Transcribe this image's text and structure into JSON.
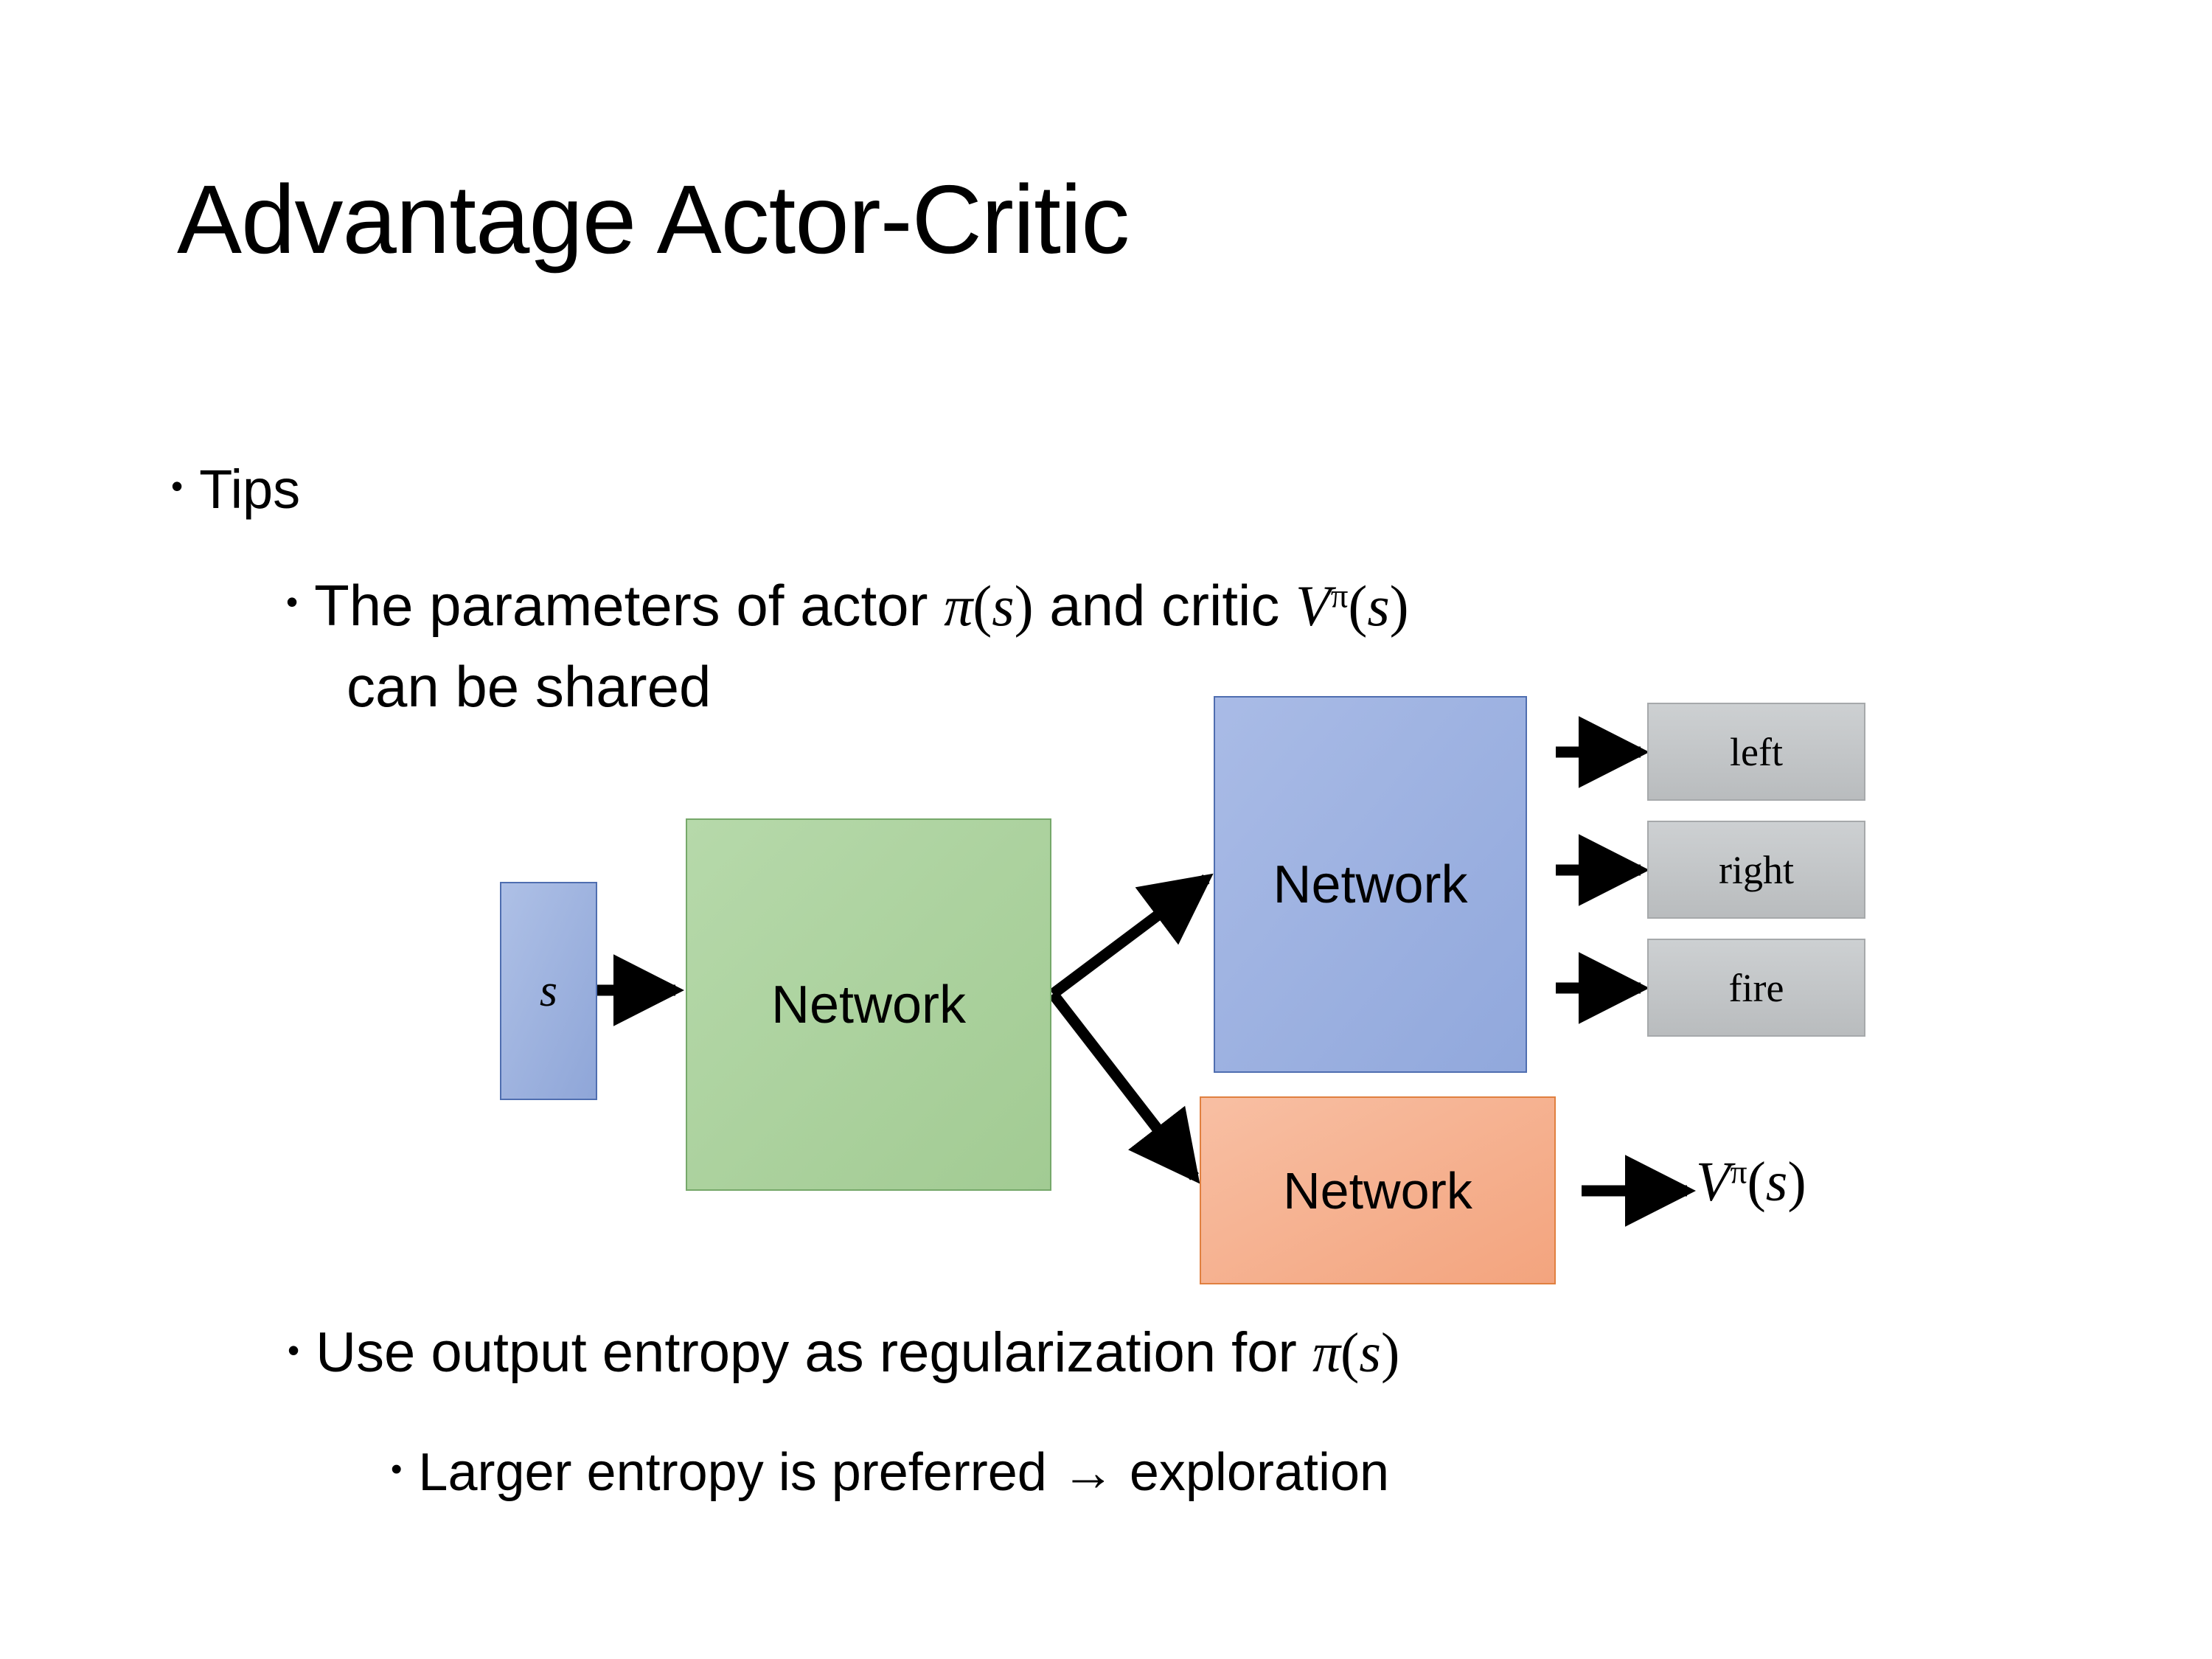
{
  "slide": {
    "title": "Advantage Actor-Critic",
    "bullets": [
      {
        "level": 1,
        "bullet_glyph": "•",
        "text": "Tips"
      },
      {
        "level": 2,
        "bullet_glyph": "•",
        "text_before_math1": "The parameters of actor ",
        "math1": "π(s)",
        "text_between": "  and critic ",
        "math2": "V^π(s)",
        "text_line2": "can be shared"
      },
      {
        "level": 2,
        "bullet_glyph": "•",
        "text_before_math": "Use output entropy as regularization for ",
        "math": "π(s)"
      },
      {
        "level": 3,
        "bullet_glyph": "•",
        "text": "Larger entropy is preferred → exploration"
      }
    ],
    "bullet_lines": {
      "tips": "Tips",
      "params_prefix": "The parameters of actor ",
      "params_mid": "  and critic ",
      "params_line2": "can be shared",
      "entropy_prefix": "Use output entropy as regularization for ",
      "larger": "Larger entropy is preferred → exploration"
    },
    "math": {
      "pi_s_symbol": "π",
      "pi_s_open": "(",
      "pi_s_var": "s",
      "pi_s_close": ")",
      "v_symbol": "V",
      "v_sup": "π",
      "v_open": "(",
      "v_var": "s",
      "v_close": ")"
    }
  },
  "diagram": {
    "input_box": {
      "label": "s",
      "fill": "#9DB0DF",
      "border": "#4F6EB0"
    },
    "shared_network": {
      "label": "Network",
      "fill": "#AFD4A3",
      "border": "#76A86A"
    },
    "actor_network": {
      "label": "Network",
      "fill": "#9DB0DF",
      "border": "#4F6EB0"
    },
    "critic_network": {
      "label": "Network",
      "fill": "#F4AB87",
      "border": "#E08040"
    },
    "actions": [
      {
        "label": "left",
        "fill": "#C3C6C8"
      },
      {
        "label": "right",
        "fill": "#C3C6C8"
      },
      {
        "label": "fire",
        "fill": "#C3C6C8"
      }
    ],
    "critic_output": {
      "symbol": "V",
      "superscript": "π",
      "arg": "(s)"
    },
    "arrow_color": "#000000"
  }
}
